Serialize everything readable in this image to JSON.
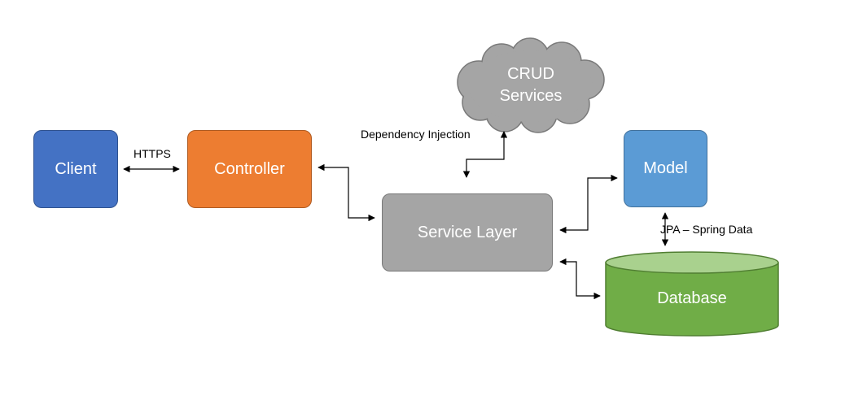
{
  "nodes": {
    "client": "Client",
    "controller": "Controller",
    "service_layer": "Service Layer",
    "model": "Model",
    "database": "Database",
    "crud_line1": "CRUD",
    "crud_line2": "Services"
  },
  "edge_labels": {
    "client_controller": "HTTPS",
    "dependency": "Dependency Injection",
    "model_database": "JPA – Spring Data"
  },
  "colors": {
    "client": "#4472c4",
    "controller": "#ed7d31",
    "service_layer": "#a5a5a5",
    "model": "#5b9bd5",
    "database": "#70ad47",
    "cloud": "#a5a5a5"
  }
}
